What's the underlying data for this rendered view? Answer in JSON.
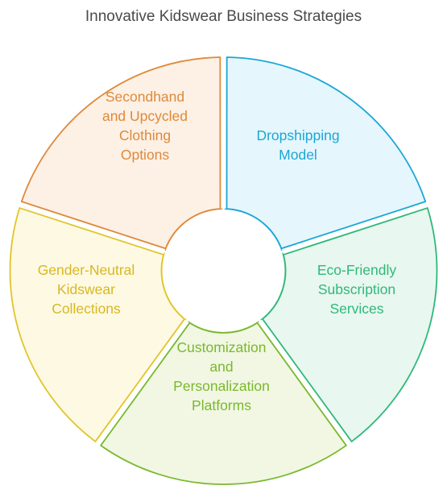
{
  "title": "Innovative Kidswear Business Strategies",
  "segments": [
    {
      "lines": [
        "Dropshipping",
        "Model"
      ],
      "text_color": "#1ba7d6",
      "fill": "#e5f6fd",
      "stroke": "#1ba7d6"
    },
    {
      "lines": [
        "Eco-Friendly",
        "Subscription",
        "Services"
      ],
      "text_color": "#2fb87a",
      "fill": "#e8f7ef",
      "stroke": "#2fb87a"
    },
    {
      "lines": [
        "Customization",
        "and",
        "Personalization",
        "Platforms"
      ],
      "text_color": "#7ab82d",
      "fill": "#f1f7e3",
      "stroke": "#7ab82d"
    },
    {
      "lines": [
        "Gender-Neutral",
        "Kidswear",
        "Collections"
      ],
      "text_color": "#d9b820",
      "fill": "#fdf9e3",
      "stroke": "#e2c42a"
    },
    {
      "lines": [
        "Secondhand",
        "and Upcycled",
        "Clothing",
        "Options"
      ],
      "text_color": "#dd8a3a",
      "fill": "#fdf0e5",
      "stroke": "#de8a3a"
    }
  ]
}
